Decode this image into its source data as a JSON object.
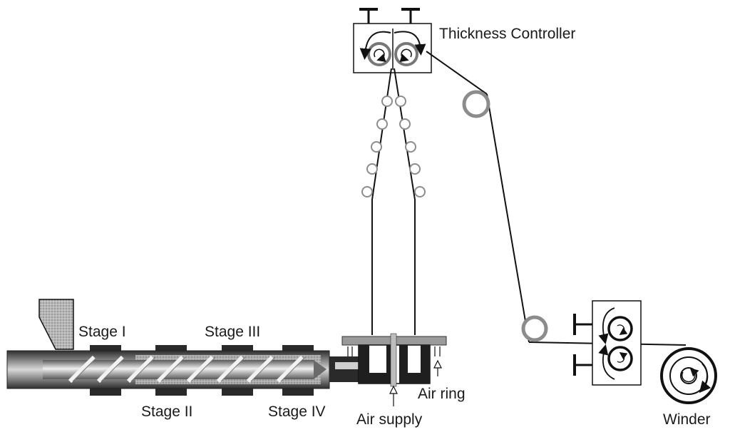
{
  "labels": {
    "thickness_controller": "Thickness Controller",
    "stage_1": "Stage I",
    "stage_2": "Stage II",
    "stage_3": "Stage III",
    "stage_4": "Stage IV",
    "air_supply": "Air supply",
    "air_ring": "Air ring",
    "winder": "Winder"
  },
  "colors": {
    "line": "#111111",
    "barrel_dark": "#3a3a3a",
    "barrel_light": "#cfcfcf",
    "guide_roller": "#8c8c8c",
    "die_plate": "#9a9a9a"
  }
}
